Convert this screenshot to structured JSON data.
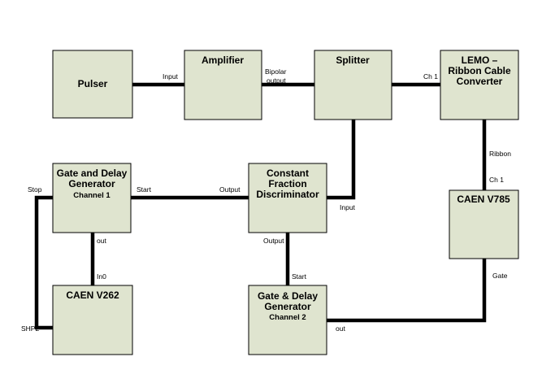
{
  "blocks": {
    "pulser": {
      "title": [
        "Pulser"
      ]
    },
    "amplifier": {
      "title": [
        "Amplifier"
      ]
    },
    "splitter": {
      "title": [
        "Splitter"
      ]
    },
    "lemo": {
      "title": [
        "LEMO –",
        "Ribbon Cable",
        "Converter"
      ]
    },
    "gdg1": {
      "title": [
        "Gate and Delay",
        "Generator"
      ],
      "subtitle": "Channel 1"
    },
    "cfd": {
      "title": [
        "Constant",
        "Fraction",
        "Discriminator"
      ]
    },
    "v785": {
      "title": [
        "CAEN V785"
      ]
    },
    "v262": {
      "title": [
        "CAEN V262"
      ]
    },
    "gdg2": {
      "title": [
        "Gate & Delay",
        "Generator"
      ],
      "subtitle": "Channel 2"
    }
  },
  "ports": {
    "amp_input": "Input",
    "amp_bipolar_output": [
      "Bipolar",
      "output"
    ],
    "splitter_ch1": "Ch 1",
    "lemo_ribbon": "Ribbon",
    "v785_ch1": "Ch 1",
    "gdg1_stop": "Stop",
    "gdg1_start": "Start",
    "cfd_output_top": "Output",
    "cfd_input": "Input",
    "cfd_output_bottom": "Output",
    "gdg1_out": "out",
    "v262_in0": "In0",
    "v262_shp2": "SHP2",
    "gdg2_start": "Start",
    "gdg2_out": "out",
    "v785_gate": "Gate"
  }
}
